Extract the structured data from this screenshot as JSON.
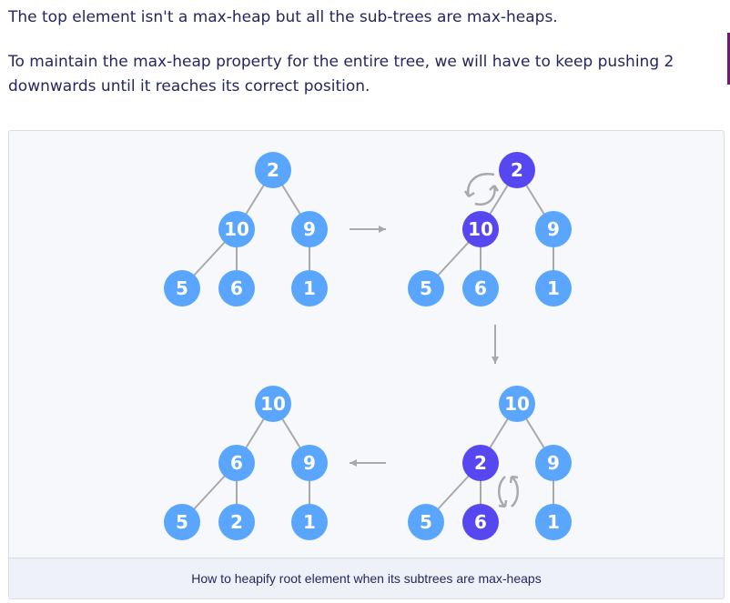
{
  "text": {
    "line1": "The top element isn't a max-heap but all the sub-trees are max-heaps.",
    "line2": "To maintain the max-heap property for the entire tree, we will have to keep pushing 2 downwards until it reaches its correct position."
  },
  "figure": {
    "caption": "How to heapify root element when its subtrees are max-heaps",
    "colors": {
      "node_default": "#5aa5fd",
      "node_highlight": "#5747f0",
      "edge": "#a9a9a9",
      "arrow": "#a9a9a9"
    },
    "trees": [
      {
        "name": "tree-initial",
        "nodes": [
          {
            "id": "root",
            "label": "2",
            "highlight": false
          },
          {
            "id": "l",
            "label": "10",
            "highlight": false
          },
          {
            "id": "r",
            "label": "9",
            "highlight": false
          },
          {
            "id": "ll",
            "label": "5",
            "highlight": false
          },
          {
            "id": "lr",
            "label": "6",
            "highlight": false
          },
          {
            "id": "rl",
            "label": "1",
            "highlight": false
          }
        ]
      },
      {
        "name": "tree-swap-root",
        "swap": "root-l",
        "nodes": [
          {
            "id": "root",
            "label": "2",
            "highlight": true
          },
          {
            "id": "l",
            "label": "10",
            "highlight": true
          },
          {
            "id": "r",
            "label": "9",
            "highlight": false
          },
          {
            "id": "ll",
            "label": "5",
            "highlight": false
          },
          {
            "id": "lr",
            "label": "6",
            "highlight": false
          },
          {
            "id": "rl",
            "label": "1",
            "highlight": false
          }
        ]
      },
      {
        "name": "tree-swap-child",
        "swap": "l-lr",
        "nodes": [
          {
            "id": "root",
            "label": "10",
            "highlight": false
          },
          {
            "id": "l",
            "label": "2",
            "highlight": true
          },
          {
            "id": "r",
            "label": "9",
            "highlight": false
          },
          {
            "id": "ll",
            "label": "5",
            "highlight": false
          },
          {
            "id": "lr",
            "label": "6",
            "highlight": true
          },
          {
            "id": "rl",
            "label": "1",
            "highlight": false
          }
        ]
      },
      {
        "name": "tree-final",
        "nodes": [
          {
            "id": "root",
            "label": "10",
            "highlight": false
          },
          {
            "id": "l",
            "label": "6",
            "highlight": false
          },
          {
            "id": "r",
            "label": "9",
            "highlight": false
          },
          {
            "id": "ll",
            "label": "5",
            "highlight": false
          },
          {
            "id": "lr",
            "label": "2",
            "highlight": false
          },
          {
            "id": "rl",
            "label": "1",
            "highlight": false
          }
        ]
      }
    ]
  }
}
